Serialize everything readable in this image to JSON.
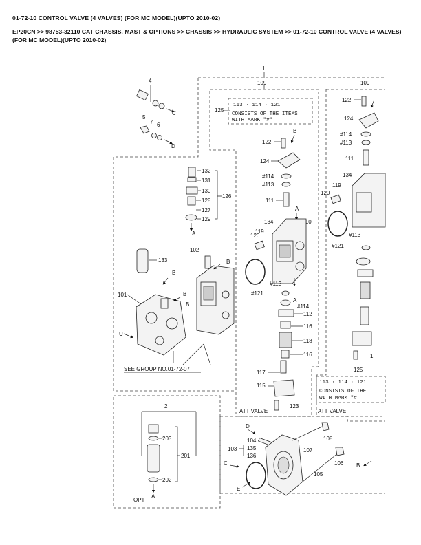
{
  "header": {
    "title": "01-72-10 CONTROL VALVE (4 VALVES) (FOR MC MODEL)(UPTO 2010-02)",
    "breadcrumb": "EP20CN >> 98753-32110 CAT CHASSIS, MAST & OPTIONS >> CHASSIS >> HYDRAULIC SYSTEM >> 01-72-10 CONTROL VALVE (4 VALVES) (FOR MC MODEL)(UPTO 2010-02)"
  },
  "labels": {
    "n1": "1",
    "n109a": "109",
    "n109b": "109",
    "n125a": "125",
    "n125b": "125",
    "note_items_a": "113 · 114 · 121",
    "note_items_b": "113 · 114 · 121",
    "note_a1": "CONSISTS OF THE ITEMS",
    "note_a2": "WITH MARK \"#\"",
    "note_b1": "CONSISTS OF THE",
    "note_b2": "WITH MARK \"#",
    "n4": "4",
    "n5": "5",
    "n7": "7",
    "n6": "6",
    "C1": "C",
    "D1": "D",
    "n132": "132",
    "n131": "131",
    "n130": "130",
    "n128": "128",
    "n127": "127",
    "n129": "129",
    "n126": "126",
    "A1": "A",
    "n122a": "122",
    "B1": "B",
    "n124a": "124",
    "n114a": "#114",
    "n113a": "#113",
    "n111a": "111",
    "A2": "A",
    "n110": "110",
    "n134a": "134",
    "n120a": "120",
    "n119a": "119",
    "n121a": "#121",
    "n113b": "#113",
    "A3": "A",
    "n114b": "#114",
    "n112": "112",
    "n116a": "116",
    "n118": "118",
    "n116b": "116",
    "n117": "117",
    "n115": "115",
    "n123": "123",
    "att1": "ATT VALVE",
    "att2": "ATT VALVE",
    "n122b": "122",
    "n124b": "124",
    "n114c": "#114",
    "n113c": "#113",
    "n111b": "111",
    "n134b": "134",
    "n120b": "120",
    "n119b": "119",
    "n121b": "#121",
    "n113d": "#113",
    "n1b": "1",
    "n133": "133",
    "n102": "102",
    "B2": "B",
    "B3": "B",
    "n101": "101",
    "B4": "B",
    "B5": "B",
    "U": "U",
    "see_group": "SEE GROUP NO.01-72-07",
    "n2": "2",
    "n203": "203",
    "n201": "201",
    "n202": "202",
    "A4": "A",
    "opt": "OPT",
    "D2": "D",
    "n104": "104",
    "n103": "103",
    "n135": "135",
    "n136": "136",
    "C2": "C",
    "E": "E",
    "n107": "107",
    "n108": "108",
    "n106": "106",
    "n105": "105",
    "B6": "B"
  }
}
